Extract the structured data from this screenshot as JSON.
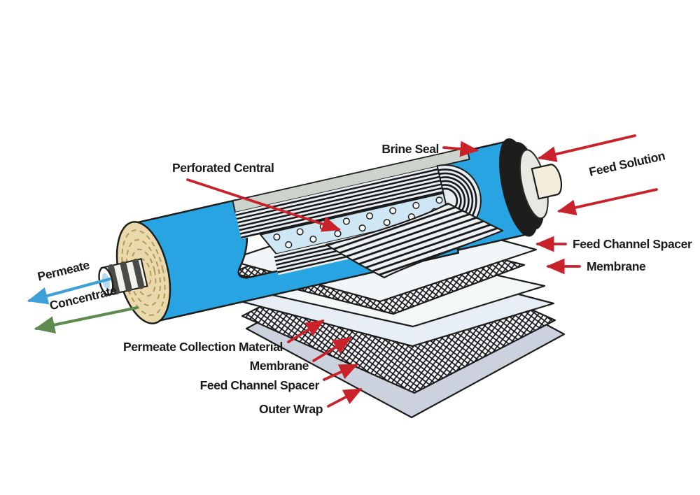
{
  "diagram": {
    "labels": {
      "brine_seal": "Brine Seal",
      "feed_solution": "Feed Solution",
      "perforated_central": "Perforated Central",
      "feed_channel_spacer_right": "Feed Channel Spacer",
      "membrane_right": "Membrane",
      "permeate": "Permeate",
      "concentrate": "Concentrate",
      "permeate_collection_material": "Permeate Collection Material",
      "membrane_bottom": "Membrane",
      "feed_channel_spacer_bottom": "Feed Channel Spacer",
      "outer_wrap": "Outer Wrap"
    },
    "colors": {
      "arrow_red": "#c9222a",
      "arrow_blue": "#3e9fd9",
      "arrow_green": "#5d8a4d",
      "cylinder_blue": "#29a4e2",
      "brine_seal_black": "#1d1d1b",
      "spiral_face_tan": "#ead9ab",
      "spiral_dash_tan": "#b5985f",
      "end_nub_cream": "#f3eedb",
      "perforated_tube_blue": "#cfe6f5",
      "outer_wrap_grey": "#ccd1de",
      "sheet_white": "#f4f7f8",
      "roll_stripe_bg": "#e9eef0",
      "outline_black": "#1d1d1b"
    }
  }
}
